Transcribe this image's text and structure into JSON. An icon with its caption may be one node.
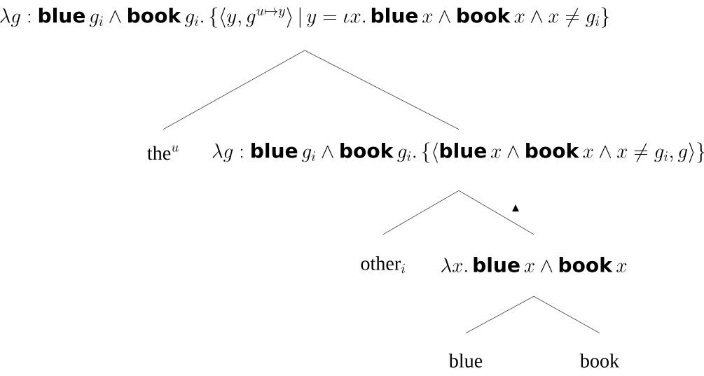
{
  "diagram": {
    "nodes": [
      {
        "text": [
          "\\lambda g : \\textsf{\\textbf{blue}}\\, g_i \\wedge \\textsf{\\textbf{book}}\\, g_i.\\, \\{\\langle y, g^{u\\mapsto y}\\rangle \\,|\\, y = \\iota x.\\, \\textsf{\\textbf{blue}}\\, x \\wedge \\textsf{\\textbf{book}}\\, x \\wedge x \\neq g_i\\}"
        ]
      },
      {
        "text": [
          "\\text{the}^{u}"
        ]
      },
      {
        "text": [
          "\\lambda g : \\textsf{\\textbf{blue}}\\, g_i \\wedge \\textsf{\\textbf{book}}\\, g_i.\\, \\{\\langle \\textsf{\\textbf{blue}}\\, x \\wedge \\textsf{\\textbf{book}}\\, x \\wedge x \\neq g_i, g\\rangle\\}"
        ]
      },
      {
        "text": [
          "\\text{other}_{i}"
        ]
      },
      {
        "text": [
          "\\lambda x.\\, \\textsf{\\textbf{blue}}\\, x \\wedge \\textsf{\\textbf{book}}\\, x"
        ]
      },
      {
        "text": [
          "blue"
        ]
      },
      {
        "text": [
          "book"
        ]
      }
    ],
    "edges": [
      {
        "from": 0,
        "to": 1,
        "arrow": "none"
      },
      {
        "from": 0,
        "to": 2,
        "arrow": "none"
      },
      {
        "from": 2,
        "to": 3,
        "arrow": "none"
      },
      {
        "from": 2,
        "to": 4,
        "arrow": "none",
        "label": "▲"
      },
      {
        "from": 4,
        "to": 5,
        "arrow": "none"
      },
      {
        "from": 4,
        "to": 6,
        "arrow": "none"
      }
    ]
  }
}
